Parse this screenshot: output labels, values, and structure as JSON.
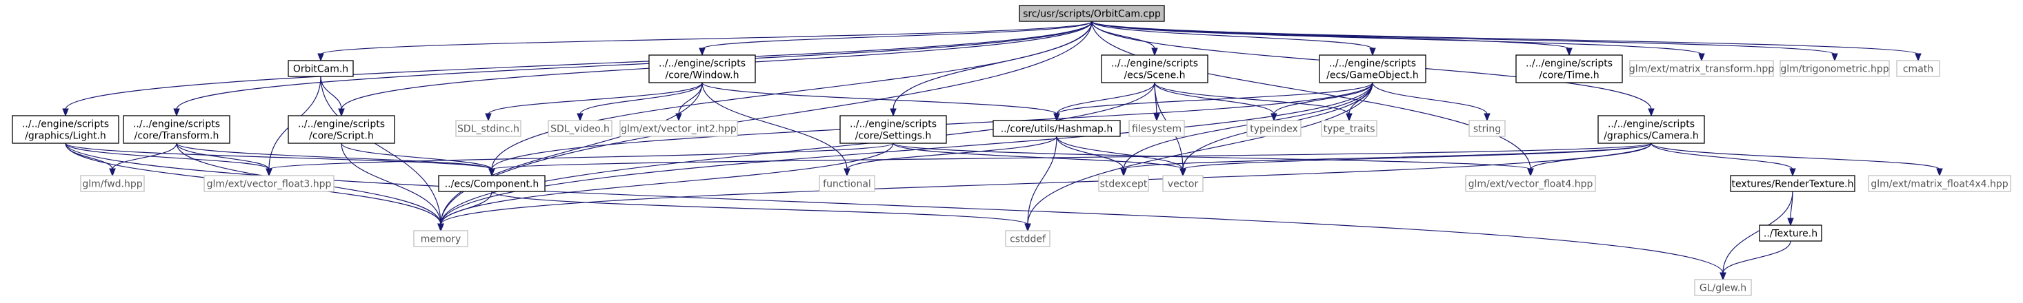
{
  "diagram": {
    "type": "include-dependency-graph",
    "root": "src/usr/scripts/OrbitCam.cpp",
    "colors": {
      "root_fill": "#bfbfbf",
      "node_fill": "#ffffff",
      "node_border": "#000000",
      "external_border": "#bfbfbf",
      "external_text": "#555555",
      "edge": "#191970",
      "background": "#ffffff"
    },
    "nodes": [
      {
        "id": "root",
        "lines": [
          "src/usr/scripts/OrbitCam.cpp"
        ],
        "kind": "root"
      },
      {
        "id": "light",
        "lines": [
          "../../engine/scripts",
          "/graphics/Light.h"
        ],
        "kind": "internal"
      },
      {
        "id": "transform",
        "lines": [
          "../../engine/scripts",
          "/core/Transform.h"
        ],
        "kind": "internal"
      },
      {
        "id": "orbitcamh",
        "lines": [
          "OrbitCam.h"
        ],
        "kind": "internal"
      },
      {
        "id": "window",
        "lines": [
          "../../engine/scripts",
          "/core/Window.h"
        ],
        "kind": "internal"
      },
      {
        "id": "scene",
        "lines": [
          "../../engine/scripts",
          "/ecs/Scene.h"
        ],
        "kind": "internal"
      },
      {
        "id": "gameobject",
        "lines": [
          "../../engine/scripts",
          "/ecs/GameObject.h"
        ],
        "kind": "internal"
      },
      {
        "id": "time",
        "lines": [
          "../../engine/scripts",
          "/core/Time.h"
        ],
        "kind": "internal"
      },
      {
        "id": "mtransform",
        "lines": [
          "glm/ext/matrix_transform.hpp"
        ],
        "kind": "external"
      },
      {
        "id": "trig",
        "lines": [
          "glm/trigonometric.hpp"
        ],
        "kind": "external"
      },
      {
        "id": "cmath",
        "lines": [
          "cmath"
        ],
        "kind": "external"
      },
      {
        "id": "script",
        "lines": [
          "../../engine/scripts",
          "/core/Script.h"
        ],
        "kind": "internal"
      },
      {
        "id": "settings",
        "lines": [
          "../../engine/scripts",
          "/core/Settings.h"
        ],
        "kind": "internal"
      },
      {
        "id": "hashmap",
        "lines": [
          "../core/utils/Hashmap.h"
        ],
        "kind": "internal"
      },
      {
        "id": "camera",
        "lines": [
          "../../engine/scripts",
          "/graphics/Camera.h"
        ],
        "kind": "internal"
      },
      {
        "id": "sdlstdinc",
        "lines": [
          "SDL_stdinc.h"
        ],
        "kind": "external"
      },
      {
        "id": "sdlvideo",
        "lines": [
          "SDL_video.h"
        ],
        "kind": "external"
      },
      {
        "id": "vecint2",
        "lines": [
          "glm/ext/vector_int2.hpp"
        ],
        "kind": "external"
      },
      {
        "id": "filesystem",
        "lines": [
          "filesystem"
        ],
        "kind": "external"
      },
      {
        "id": "typeindex",
        "lines": [
          "typeindex"
        ],
        "kind": "external"
      },
      {
        "id": "typetraits",
        "lines": [
          "type_traits"
        ],
        "kind": "external"
      },
      {
        "id": "string",
        "lines": [
          "string"
        ],
        "kind": "external"
      },
      {
        "id": "fwd",
        "lines": [
          "glm/fwd.hpp"
        ],
        "kind": "external"
      },
      {
        "id": "vecf3",
        "lines": [
          "glm/ext/vector_float3.hpp"
        ],
        "kind": "external"
      },
      {
        "id": "component",
        "lines": [
          "../ecs/Component.h"
        ],
        "kind": "internal"
      },
      {
        "id": "functional",
        "lines": [
          "functional"
        ],
        "kind": "external"
      },
      {
        "id": "stdexcept",
        "lines": [
          "stdexcept"
        ],
        "kind": "external"
      },
      {
        "id": "vector",
        "lines": [
          "vector"
        ],
        "kind": "external"
      },
      {
        "id": "vecf4",
        "lines": [
          "glm/ext/vector_float4.hpp"
        ],
        "kind": "external"
      },
      {
        "id": "rtex",
        "lines": [
          "textures/RenderTexture.h"
        ],
        "kind": "internal"
      },
      {
        "id": "mf4x4",
        "lines": [
          "glm/ext/matrix_float4x4.hpp"
        ],
        "kind": "external"
      },
      {
        "id": "memory",
        "lines": [
          "memory"
        ],
        "kind": "external"
      },
      {
        "id": "cstddef",
        "lines": [
          "cstddef"
        ],
        "kind": "external"
      },
      {
        "id": "texture",
        "lines": [
          "../Texture.h"
        ],
        "kind": "internal"
      },
      {
        "id": "glew",
        "lines": [
          "GL/glew.h"
        ],
        "kind": "external"
      }
    ],
    "edges": [
      [
        "root",
        "light"
      ],
      [
        "root",
        "transform"
      ],
      [
        "root",
        "orbitcamh"
      ],
      [
        "root",
        "window"
      ],
      [
        "root",
        "scene"
      ],
      [
        "root",
        "gameobject"
      ],
      [
        "root",
        "time"
      ],
      [
        "root",
        "mtransform"
      ],
      [
        "root",
        "trig"
      ],
      [
        "root",
        "cmath"
      ],
      [
        "root",
        "script"
      ],
      [
        "root",
        "settings"
      ],
      [
        "root",
        "camera"
      ],
      [
        "root",
        "memory"
      ],
      [
        "root",
        "component"
      ],
      [
        "root",
        "vecf4"
      ],
      [
        "light",
        "fwd"
      ],
      [
        "light",
        "vecf3"
      ],
      [
        "light",
        "component"
      ],
      [
        "light",
        "memory"
      ],
      [
        "light",
        "glew"
      ],
      [
        "transform",
        "fwd"
      ],
      [
        "transform",
        "vecf3"
      ],
      [
        "transform",
        "component"
      ],
      [
        "transform",
        "memory"
      ],
      [
        "orbitcamh",
        "script"
      ],
      [
        "orbitcamh",
        "vecf3"
      ],
      [
        "orbitcamh",
        "memory"
      ],
      [
        "window",
        "sdlstdinc"
      ],
      [
        "window",
        "sdlvideo"
      ],
      [
        "window",
        "vecint2"
      ],
      [
        "window",
        "hashmap"
      ],
      [
        "window",
        "memory"
      ],
      [
        "window",
        "functional"
      ],
      [
        "scene",
        "hashmap"
      ],
      [
        "scene",
        "filesystem"
      ],
      [
        "scene",
        "typeindex"
      ],
      [
        "scene",
        "typetraits"
      ],
      [
        "scene",
        "vector"
      ],
      [
        "scene",
        "memory"
      ],
      [
        "gameobject",
        "hashmap"
      ],
      [
        "gameobject",
        "typeindex"
      ],
      [
        "gameobject",
        "typetraits"
      ],
      [
        "gameobject",
        "string"
      ],
      [
        "gameobject",
        "component"
      ],
      [
        "gameobject",
        "stdexcept"
      ],
      [
        "gameobject",
        "vector"
      ],
      [
        "gameobject",
        "memory"
      ],
      [
        "gameobject",
        "cstddef"
      ],
      [
        "script",
        "component"
      ],
      [
        "script",
        "memory"
      ],
      [
        "settings",
        "vecf3"
      ],
      [
        "settings",
        "vecf4"
      ],
      [
        "settings",
        "vector"
      ],
      [
        "settings",
        "memory"
      ],
      [
        "hashmap",
        "functional"
      ],
      [
        "hashmap",
        "stdexcept"
      ],
      [
        "hashmap",
        "vector"
      ],
      [
        "hashmap",
        "cstddef"
      ],
      [
        "camera",
        "component"
      ],
      [
        "camera",
        "vecf4"
      ],
      [
        "camera",
        "vector"
      ],
      [
        "camera",
        "stdexcept"
      ],
      [
        "camera",
        "rtex"
      ],
      [
        "camera",
        "mf4x4"
      ],
      [
        "camera",
        "memory"
      ],
      [
        "component",
        "memory"
      ],
      [
        "component",
        "cstddef"
      ],
      [
        "rtex",
        "texture"
      ],
      [
        "rtex",
        "glew"
      ],
      [
        "texture",
        "glew"
      ]
    ]
  }
}
